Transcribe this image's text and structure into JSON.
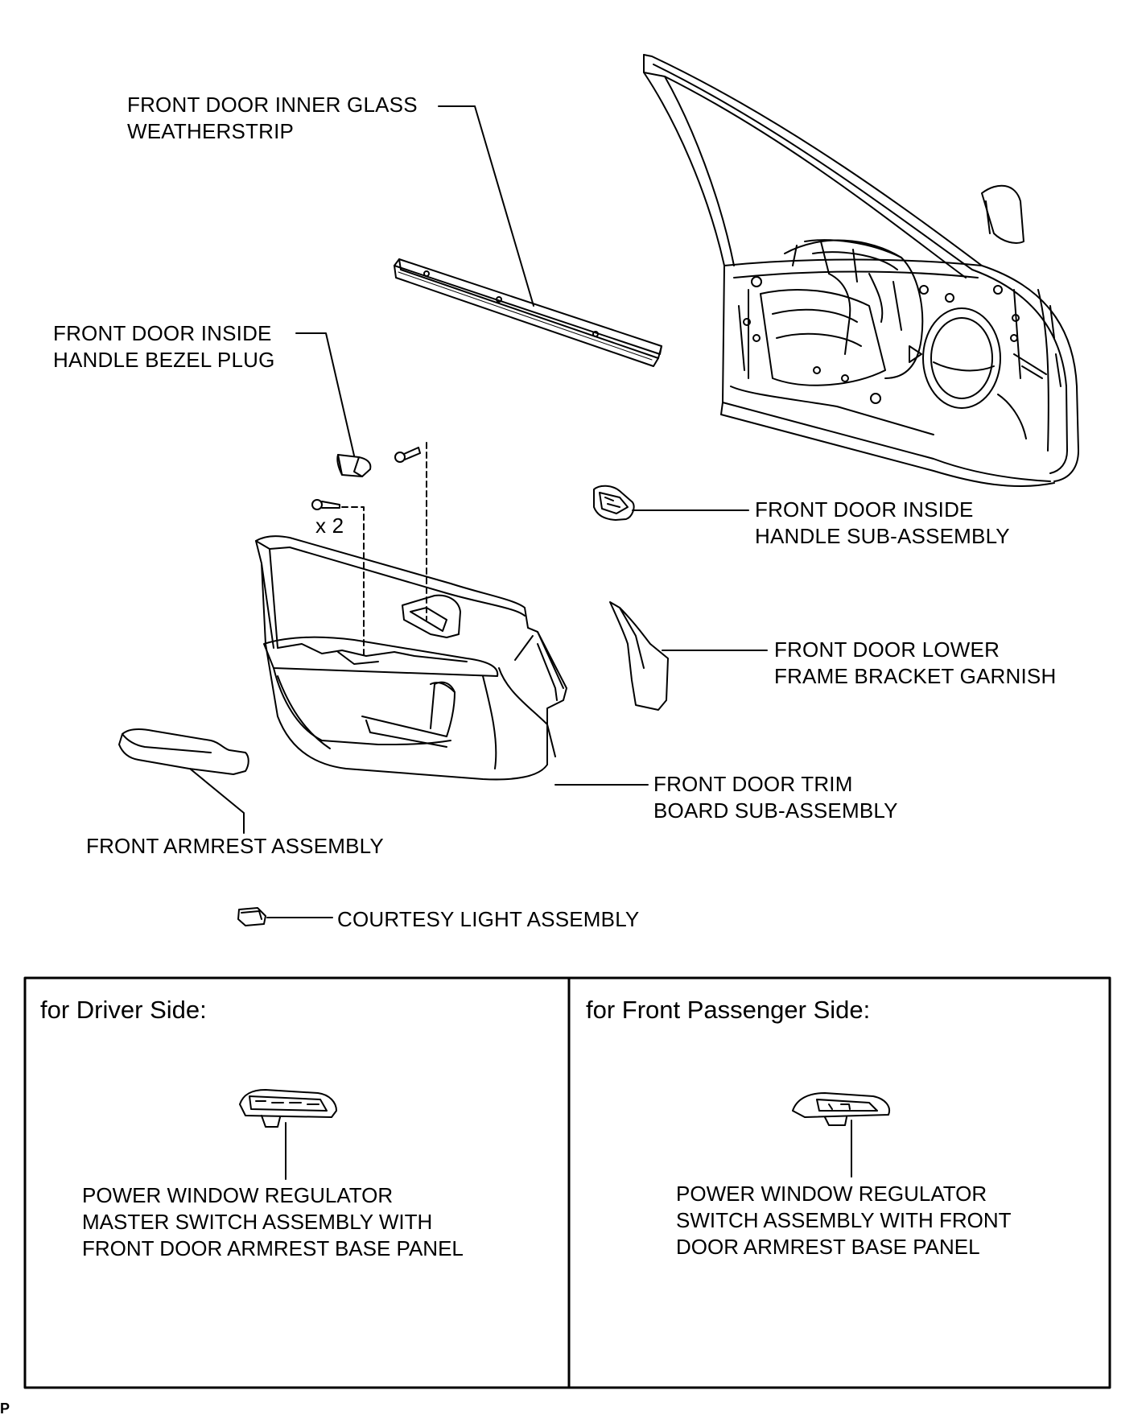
{
  "labels": {
    "inner_glass_weatherstrip": [
      "FRONT DOOR INNER GLASS",
      "WEATHERSTRIP"
    ],
    "bezel_plug": [
      "FRONT DOOR INSIDE",
      "HANDLE BEZEL PLUG"
    ],
    "inside_handle": [
      "FRONT DOOR INSIDE",
      "HANDLE SUB-ASSEMBLY"
    ],
    "lower_frame_garnish": [
      "FRONT DOOR LOWER",
      "FRAME BRACKET GARNISH"
    ],
    "trim_board": [
      "FRONT DOOR TRIM",
      "BOARD SUB-ASSEMBLY"
    ],
    "armrest": [
      "FRONT ARMREST ASSEMBLY"
    ],
    "courtesy_light": [
      "COURTESY LIGHT ASSEMBLY"
    ],
    "quantity": "x 2"
  },
  "panels": {
    "driver": {
      "title": "for Driver Side:",
      "label": [
        "POWER WINDOW REGULATOR",
        "MASTER SWITCH ASSEMBLY WITH",
        "FRONT DOOR ARMREST BASE PANEL"
      ]
    },
    "passenger": {
      "title": "for Front Passenger Side:",
      "label": [
        "POWER WINDOW REGULATOR",
        "SWITCH ASSEMBLY WITH FRONT",
        "DOOR ARMREST BASE PANEL"
      ]
    }
  },
  "corner_mark": "P"
}
